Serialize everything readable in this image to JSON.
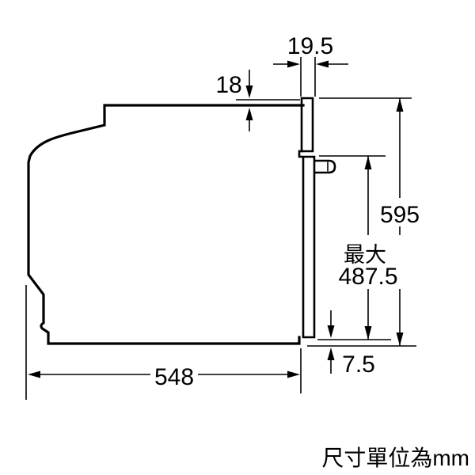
{
  "drawing": {
    "unit_note": "尺寸單位為mm",
    "dims": {
      "panel_thickness": "19.5",
      "top_overlap": "18",
      "total_height": "595",
      "max_label": "最大",
      "max_height": "487.5",
      "bottom_clearance": "7.5",
      "depth": "548"
    },
    "colors": {
      "line": "#000000",
      "background": "#ffffff"
    }
  }
}
